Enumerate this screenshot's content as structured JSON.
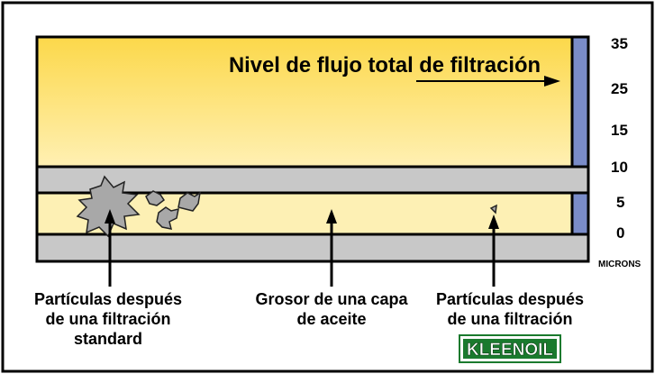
{
  "diagram": {
    "flow_label": "Nivel de flujo total de filtración",
    "scale": {
      "ticks": [
        "35",
        "25",
        "15",
        "10",
        "5",
        "0"
      ],
      "unit": "MICRONS"
    },
    "callouts": {
      "standard": {
        "line1": "Partículas después",
        "line2": "de una filtración",
        "line3": "standard"
      },
      "oil_layer": {
        "line1": "Grosor de una capa",
        "line2": "de aceite"
      },
      "kleenoil": {
        "line1": "Partículas después",
        "line2": "de una filtración"
      }
    },
    "logo_text": "KLEENOIL"
  },
  "colors": {
    "upper_gradient_top": "#fcd84a",
    "upper_gradient_bottom": "#fff0b3",
    "oil_layer": "#fdf0b4",
    "plate": "#c8c8c8",
    "scale_bar": "#7a8cc9",
    "particle": "#a8a8a8",
    "logo_green": "#1a7a2e"
  }
}
